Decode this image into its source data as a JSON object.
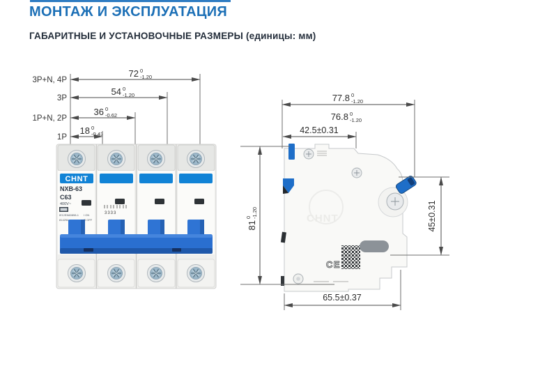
{
  "page": {
    "title": "МОНТАЖ И ЭКСПЛУАТАЦИЯ",
    "subtitle": "ГАБАРИТНЫЕ И УСТАНОВОЧНЫЕ РАЗМЕРЫ (единицы: мм)"
  },
  "colors": {
    "title_blue": "#1b6fb6",
    "subtitle_dark": "#232d3a",
    "chint_band_blue": "#1183d6",
    "toggle_blue": "#2a6fd0",
    "clip_blue": "#1e6ec8",
    "drawing_line": "#4a4a4a"
  },
  "front_view": {
    "dims": [
      {
        "label": "3P+N, 4P",
        "value": "72",
        "tol_upper": "0",
        "tol_lower": "-1.20"
      },
      {
        "label": "3P",
        "value": "54",
        "tol_upper": "0",
        "tol_lower": "-1.20"
      },
      {
        "label": "1P+N, 2P",
        "value": "36",
        "tol_upper": "0",
        "tol_lower": "-0.62"
      },
      {
        "label": "1P",
        "value": "18",
        "tol_upper": "0",
        "tol_lower": "-0.43"
      }
    ],
    "breaker": {
      "brand": "CHNT",
      "model": "NXB-63",
      "rating": "C63",
      "voltage": "400V~",
      "standard": "IEC/EN60898-1",
      "article": "814254",
      "on_mark": "I ON",
      "off_mark": "O OFF",
      "pole_marks": "3333"
    }
  },
  "side_view": {
    "dims": {
      "depth_total": {
        "value": "77.8",
        "tol_upper": "0",
        "tol_lower": "-1.20"
      },
      "depth_body": {
        "value": "76.8",
        "tol_upper": "0",
        "tol_lower": "-1.20"
      },
      "top_depth": "42.5±0.31",
      "front_height": "45±0.31",
      "height": {
        "value": "81",
        "tol_upper": "0",
        "tol_lower": "-1.20"
      },
      "bottom_depth": "65.5±0.37"
    },
    "markings": {
      "ce_mark": "CE",
      "brand_emboss": "CHNT"
    }
  }
}
